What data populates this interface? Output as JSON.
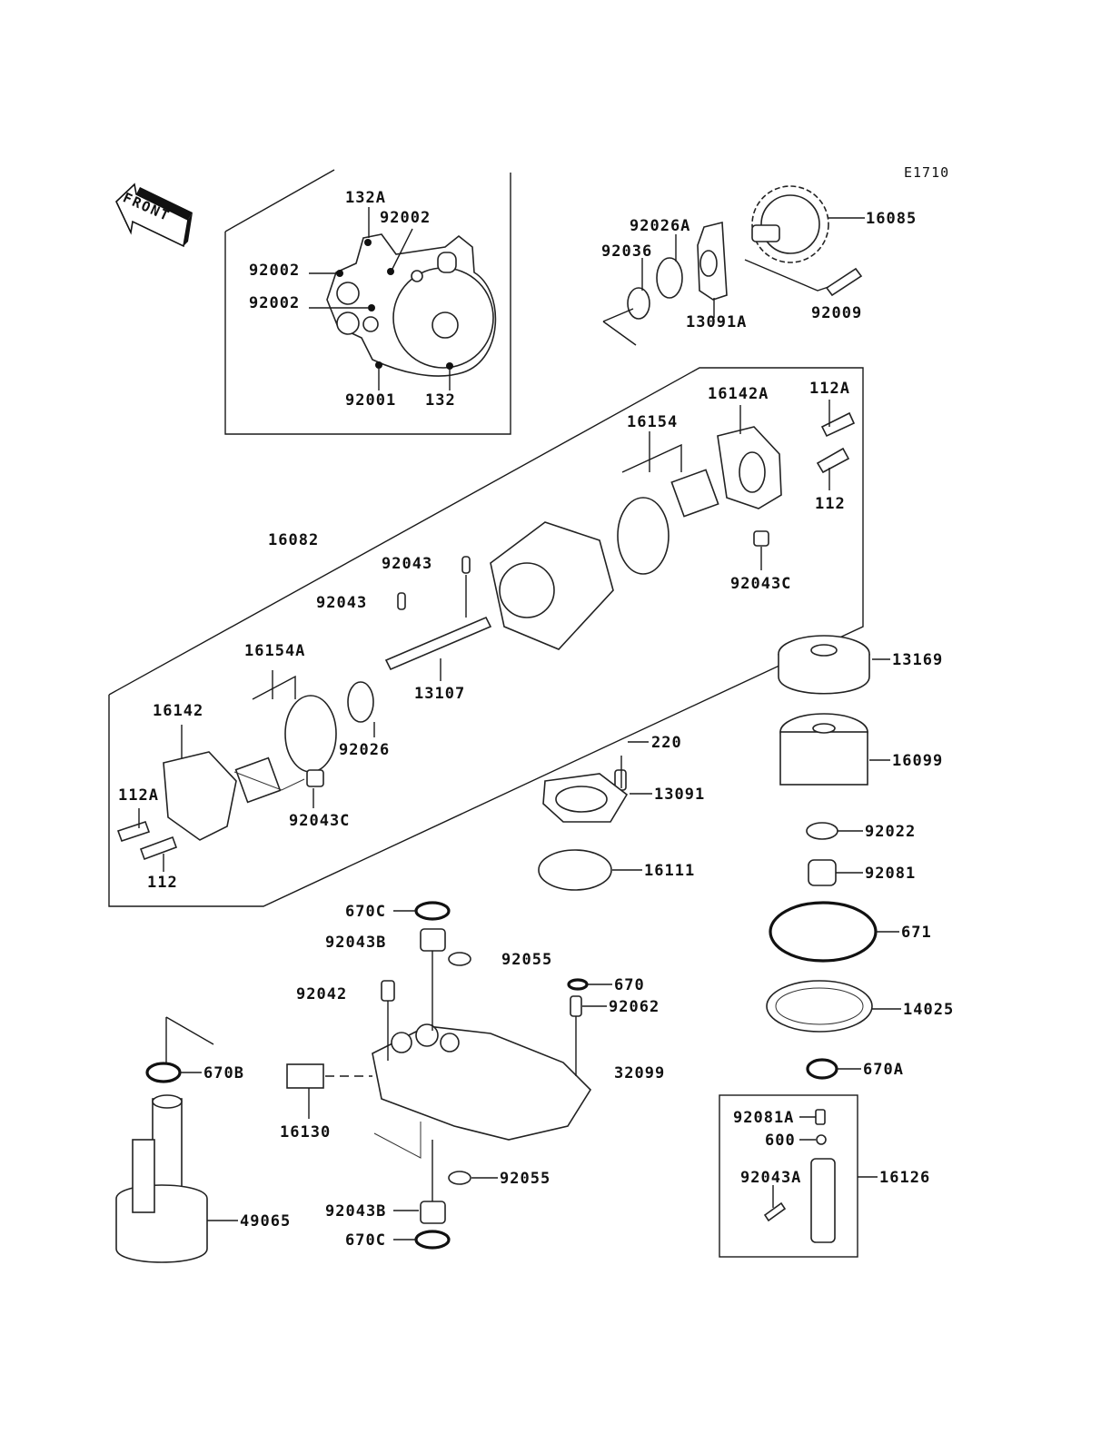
{
  "diagram": {
    "code": "E1710",
    "front_label": "FRONT",
    "colors": {
      "line": "#1a1a1a",
      "background": "#ffffff"
    },
    "labels": {
      "p132A": "132A",
      "p92002_top": "92002",
      "p92002_left1": "92002",
      "p92002_left2": "92002",
      "p92001": "92001",
      "p132": "132",
      "p92026A": "92026A",
      "p92036": "92036",
      "p16085": "16085",
      "p13091A": "13091A",
      "p92009": "92009",
      "p16142A": "16142A",
      "p112A_right": "112A",
      "p16154": "16154",
      "p112_right": "112",
      "p16082": "16082",
      "p92043_a": "92043",
      "p92043_b": "92043",
      "p92043C_right": "92043C",
      "p13169": "13169",
      "p16154A": "16154A",
      "p13107": "13107",
      "p16142": "16142",
      "p92026": "92026",
      "p220": "220",
      "p16099": "16099",
      "p13091": "13091",
      "p112A_left": "112A",
      "p92043C_left": "92043C",
      "p112_left": "112",
      "p92022": "92022",
      "p16111": "16111",
      "p92081": "92081",
      "p670C_top": "670C",
      "p671": "671",
      "p92043B_top": "92043B",
      "p92055_top": "92055",
      "p92042": "92042",
      "p670": "670",
      "p92062": "92062",
      "p14025": "14025",
      "p670B": "670B",
      "p32099": "32099",
      "p670A": "670A",
      "p16130": "16130",
      "p92081A": "92081A",
      "p600": "600",
      "p92043A": "92043A",
      "p16126": "16126",
      "p92055_bottom": "92055",
      "p49065": "49065",
      "p92043B_bottom": "92043B",
      "p670C_bottom": "670C"
    }
  }
}
